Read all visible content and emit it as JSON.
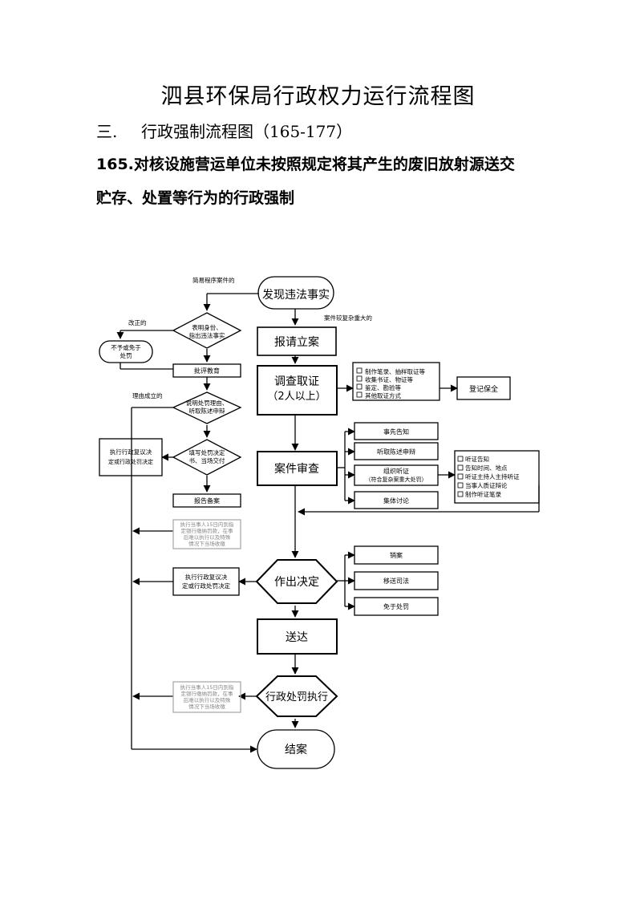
{
  "doc": {
    "title": "泗县环保局行政权力运行流程图",
    "section_num": "三.",
    "section_text": "行政强制流程图（165-177）",
    "heading_line1": "165.对核设施营运单位未按照规定将其产生的废旧放射源送交",
    "heading_line2": "贮存、处置等行为的行政强制"
  },
  "flow": {
    "discover": "发现违法事实",
    "register": "报请立案",
    "investigate_1": "调查取证",
    "investigate_2": "（2人以上）",
    "review": "案件审查",
    "decide": "作出决定",
    "deliver": "送达",
    "execute": "行政处罚执行",
    "close": "结案",
    "store": "登记保全",
    "evidence_items": [
      "制作笔录、抽样取证等",
      "收集书证、物证等",
      "鉴定、勘验等",
      "其他取证方式"
    ],
    "review_opts": [
      "事先告知",
      "听取陈述申辩",
      "组织听证",
      "集体讨论"
    ],
    "hearing_note": "（符合复杂案重大处罚）",
    "hearing_items": [
      "听证告知",
      "告知时间、地点",
      "听证主持人主持听证",
      "当事人质证辩论",
      "制作听证笔录"
    ],
    "decide_opts": [
      "销案",
      "移送司法",
      "免于处罚"
    ],
    "label_simple": "简易程序案件的",
    "label_heavy": "案件较复杂重大的",
    "label_corrected": "改正的",
    "label_reason": "理由成立的",
    "no_penalty": [
      "不予或免于",
      "处罚"
    ],
    "show_id": [
      "表明身份、",
      "指出违法事实"
    ],
    "criticize": "批评教育",
    "hear_reason": [
      "说明处罚理由、",
      "听取陈述申辩"
    ],
    "make_decision": [
      "填写处罚决定",
      "书、当场交付"
    ],
    "report_file": "报告备案",
    "exec_note": [
      "执行当事人15日内到指",
      "定银行缴纳罚款，在事",
      "后难以执行以及特殊",
      "情况下当场收缴"
    ],
    "review_lawsuit": [
      "执行行政复议决",
      "定或行政处罚决定"
    ]
  }
}
